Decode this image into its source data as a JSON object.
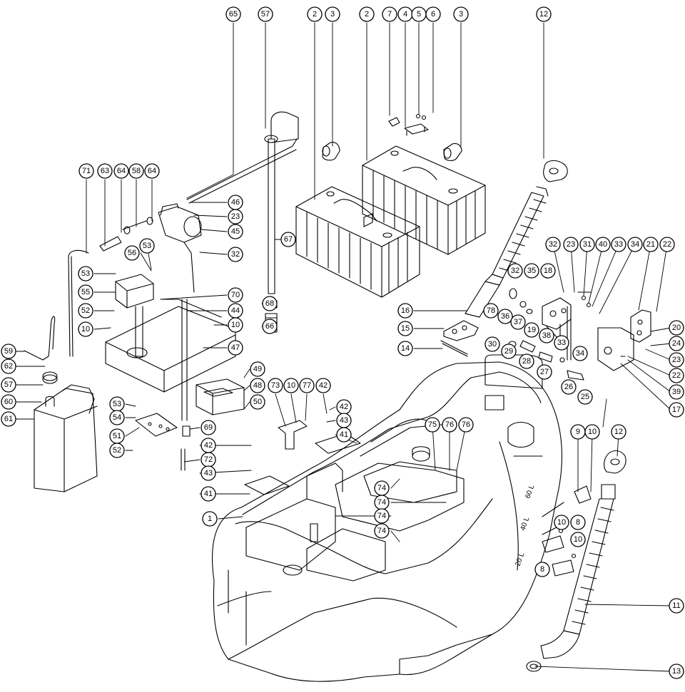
{
  "diagram": {
    "tank_scale_labels": [
      "60 L",
      "40 L",
      "20 L"
    ],
    "callouts": [
      {
        "id": "c65",
        "label": "65"
      },
      {
        "id": "c57a",
        "label": "57"
      },
      {
        "id": "c2a",
        "label": "2"
      },
      {
        "id": "c3a",
        "label": "3"
      },
      {
        "id": "c2b",
        "label": "2"
      },
      {
        "id": "c7",
        "label": "7"
      },
      {
        "id": "c4",
        "label": "4"
      },
      {
        "id": "c5",
        "label": "5"
      },
      {
        "id": "c6",
        "label": "6"
      },
      {
        "id": "c3b",
        "label": "3"
      },
      {
        "id": "c12a",
        "label": "12"
      },
      {
        "id": "c71",
        "label": "71"
      },
      {
        "id": "c63",
        "label": "63"
      },
      {
        "id": "c64a",
        "label": "64"
      },
      {
        "id": "c58",
        "label": "58"
      },
      {
        "id": "c64b",
        "label": "64"
      },
      {
        "id": "c46",
        "label": "46"
      },
      {
        "id": "c23a",
        "label": "23"
      },
      {
        "id": "c45",
        "label": "45"
      },
      {
        "id": "c32a",
        "label": "32"
      },
      {
        "id": "c67",
        "label": "67"
      },
      {
        "id": "c56",
        "label": "56"
      },
      {
        "id": "c53a",
        "label": "53"
      },
      {
        "id": "c53b",
        "label": "53"
      },
      {
        "id": "c55",
        "label": "55"
      },
      {
        "id": "c70",
        "label": "70"
      },
      {
        "id": "c68",
        "label": "68"
      },
      {
        "id": "c52a",
        "label": "52"
      },
      {
        "id": "c44",
        "label": "44"
      },
      {
        "id": "c10a",
        "label": "10"
      },
      {
        "id": "c10b",
        "label": "10"
      },
      {
        "id": "c66",
        "label": "66"
      },
      {
        "id": "c47",
        "label": "47"
      },
      {
        "id": "c59",
        "label": "59"
      },
      {
        "id": "c62",
        "label": "62"
      },
      {
        "id": "c57b",
        "label": "57"
      },
      {
        "id": "c60",
        "label": "60"
      },
      {
        "id": "c61",
        "label": "61"
      },
      {
        "id": "c53c",
        "label": "53"
      },
      {
        "id": "c54",
        "label": "54"
      },
      {
        "id": "c51",
        "label": "51"
      },
      {
        "id": "c52b",
        "label": "52"
      },
      {
        "id": "c49",
        "label": "49"
      },
      {
        "id": "c48",
        "label": "48"
      },
      {
        "id": "c50",
        "label": "50"
      },
      {
        "id": "c69",
        "label": "69"
      },
      {
        "id": "c73",
        "label": "73"
      },
      {
        "id": "c10c",
        "label": "10"
      },
      {
        "id": "c77",
        "label": "77"
      },
      {
        "id": "c42a",
        "label": "42"
      },
      {
        "id": "c42b",
        "label": "42"
      },
      {
        "id": "c43a",
        "label": "43"
      },
      {
        "id": "c41a",
        "label": "41"
      },
      {
        "id": "c42c",
        "label": "42"
      },
      {
        "id": "c72",
        "label": "72"
      },
      {
        "id": "c43b",
        "label": "43"
      },
      {
        "id": "c41b",
        "label": "41"
      },
      {
        "id": "c1",
        "label": "1"
      },
      {
        "id": "c16",
        "label": "16"
      },
      {
        "id": "c15",
        "label": "15"
      },
      {
        "id": "c14",
        "label": "14"
      },
      {
        "id": "c32b",
        "label": "32"
      },
      {
        "id": "c35",
        "label": "35"
      },
      {
        "id": "c18",
        "label": "18"
      },
      {
        "id": "c78",
        "label": "78"
      },
      {
        "id": "c36",
        "label": "36"
      },
      {
        "id": "c37",
        "label": "37"
      },
      {
        "id": "c19",
        "label": "19"
      },
      {
        "id": "c38",
        "label": "38"
      },
      {
        "id": "c32c",
        "label": "32"
      },
      {
        "id": "c23b",
        "label": "23"
      },
      {
        "id": "c31",
        "label": "31"
      },
      {
        "id": "c40",
        "label": "40"
      },
      {
        "id": "c33a",
        "label": "33"
      },
      {
        "id": "c34a",
        "label": "34"
      },
      {
        "id": "c21",
        "label": "21"
      },
      {
        "id": "c22a",
        "label": "22"
      },
      {
        "id": "c20",
        "label": "20"
      },
      {
        "id": "c24",
        "label": "24"
      },
      {
        "id": "c23c",
        "label": "23"
      },
      {
        "id": "c22b",
        "label": "22"
      },
      {
        "id": "c39",
        "label": "39"
      },
      {
        "id": "c17",
        "label": "17"
      },
      {
        "id": "c33b",
        "label": "33"
      },
      {
        "id": "c34b",
        "label": "34"
      },
      {
        "id": "c30",
        "label": "30"
      },
      {
        "id": "c29",
        "label": "29"
      },
      {
        "id": "c28",
        "label": "28"
      },
      {
        "id": "c27",
        "label": "27"
      },
      {
        "id": "c26",
        "label": "26"
      },
      {
        "id": "c25",
        "label": "25"
      },
      {
        "id": "c75",
        "label": "75"
      },
      {
        "id": "c76a",
        "label": "76"
      },
      {
        "id": "c76b",
        "label": "76"
      },
      {
        "id": "c74a",
        "label": "74"
      },
      {
        "id": "c74b",
        "label": "74"
      },
      {
        "id": "c74c",
        "label": "74"
      },
      {
        "id": "c74d",
        "label": "74"
      },
      {
        "id": "c9",
        "label": "9"
      },
      {
        "id": "c10d",
        "label": "10"
      },
      {
        "id": "c12b",
        "label": "12"
      },
      {
        "id": "c10e",
        "label": "10"
      },
      {
        "id": "c8a",
        "label": "8"
      },
      {
        "id": "c10f",
        "label": "10"
      },
      {
        "id": "c8b",
        "label": "8"
      },
      {
        "id": "c11",
        "label": "11"
      },
      {
        "id": "c13",
        "label": "13"
      }
    ]
  }
}
